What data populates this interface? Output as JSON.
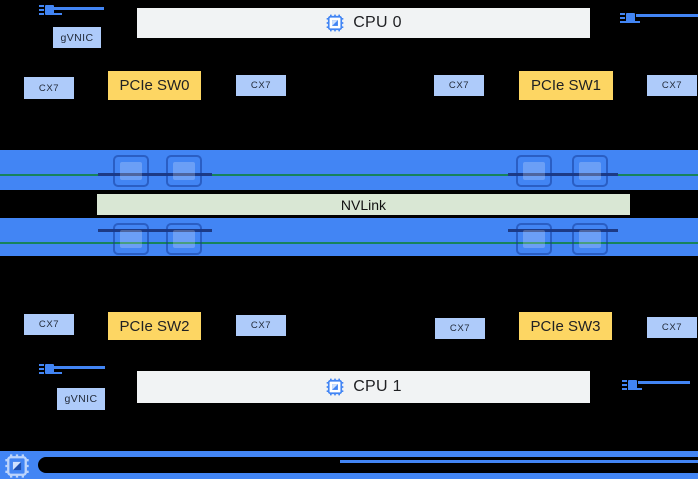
{
  "colors": {
    "background": "#000000",
    "gpu_bar_blue": "#4285f4",
    "device_box_blue": "#aecbfa",
    "pcie_switch_yellow": "#fdd663",
    "cpu_bar_gray": "#f1f3f4",
    "nvlink_green_fill": "#d9e7d4",
    "nvlink_border": "#000000",
    "link_line_green": "#17835c",
    "link_line_navy": "#1d3a85",
    "text_dark": "#202124"
  },
  "cpu0": {
    "label": "CPU 0",
    "icon": "chip-icon"
  },
  "cpu1": {
    "label": "CPU 1",
    "icon": "chip-icon"
  },
  "gvnic_top": {
    "label": "gVNIC"
  },
  "gvnic_bottom": {
    "label": "gVNIC"
  },
  "nvlink": {
    "label": "NVLink"
  },
  "top_row": [
    {
      "label": "CX7"
    },
    {
      "label": "PCIe SW0"
    },
    {
      "label": "CX7"
    },
    {
      "label": "CX7"
    },
    {
      "label": "PCIe SW1"
    },
    {
      "label": "CX7"
    }
  ],
  "bottom_row": [
    {
      "label": "CX7"
    },
    {
      "label": "PCIe SW2"
    },
    {
      "label": "CX7"
    },
    {
      "label": "CX7"
    },
    {
      "label": "PCIe SW3"
    },
    {
      "label": "CX7"
    }
  ],
  "gpu_bars": {
    "top_chip_count": 4,
    "bottom_chip_count": 4
  },
  "icons": {
    "nic": "nic-icon",
    "cpu_chip": "chip-icon",
    "gpu_chip": "gpu-chip-icon",
    "bottom_chip": "chip-icon-light"
  }
}
